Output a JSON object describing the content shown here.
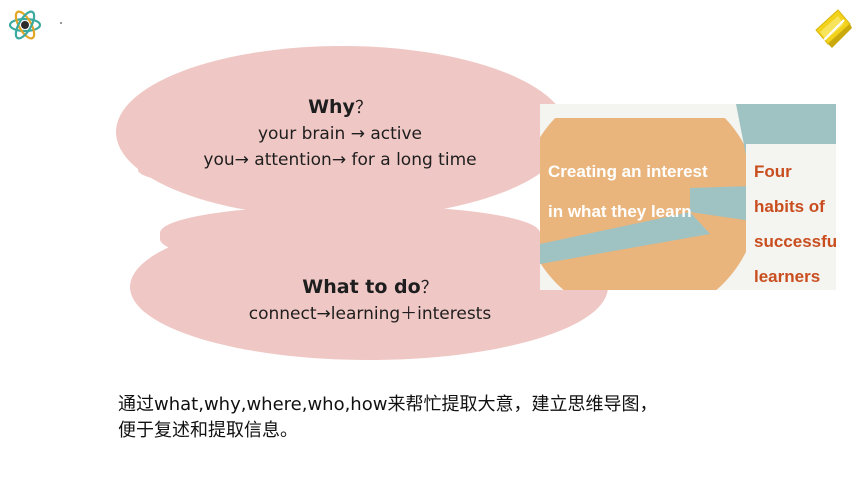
{
  "why": {
    "heading": "Why",
    "mark": "？",
    "line1": "your brain → active",
    "line2": "you→ attention→ for a long time"
  },
  "what": {
    "heading": "What to do",
    "mark": "？",
    "line1": "connect→learning＋interests"
  },
  "picture": {
    "left_text": "Creating an interest in what they learn",
    "right_text": "Four habits of successful learners"
  },
  "caption": {
    "line1": "通过what,why,where,who,how来帮忙提取大意，建立思维导图，",
    "line2": "便于复述和提取信息。"
  },
  "icons": {
    "logo": "atom-icon",
    "corner": "notebook-pencil-icon"
  },
  "colors": {
    "blob": "#efc7c4",
    "picture_orange": "#e9b57d",
    "picture_teal": "#9fc2c3",
    "picture_red_text": "#c94e1f"
  }
}
